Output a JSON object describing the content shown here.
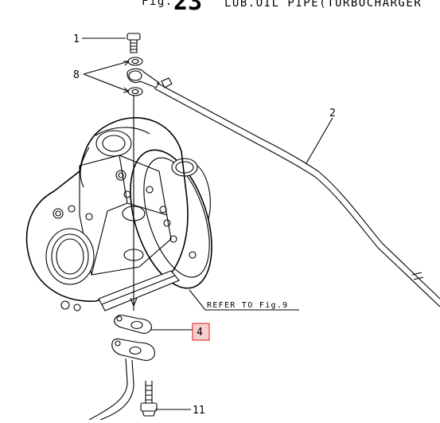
{
  "figure": {
    "prefix": "Fig.",
    "number": "23",
    "title": "LUB.OIL PIPE(TURBOCHARGER"
  },
  "callouts": [
    {
      "id": "1",
      "text": "1",
      "highlighted": false
    },
    {
      "id": "2",
      "text": "2",
      "highlighted": false
    },
    {
      "id": "4",
      "text": "4",
      "highlighted": true
    },
    {
      "id": "8",
      "text": "8",
      "highlighted": false
    },
    {
      "id": "11",
      "text": "11",
      "highlighted": false
    }
  ],
  "reference": {
    "text": "REFER TO Fig.9"
  },
  "colors": {
    "line": "#000000",
    "highlight_fill": "#f8cfcf",
    "highlight_stroke": "#e23a3a"
  }
}
